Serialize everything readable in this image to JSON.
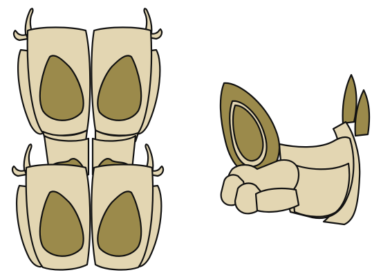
{
  "colors": {
    "background": "#ffffff",
    "shell": "#e3d6b2",
    "seed": "#9b8a4b",
    "outline": "#111111"
  },
  "figure": {
    "left_group": {
      "name": "stacked-pods-top-view",
      "units": 4
    },
    "right_group": {
      "name": "pod-side-view"
    }
  }
}
